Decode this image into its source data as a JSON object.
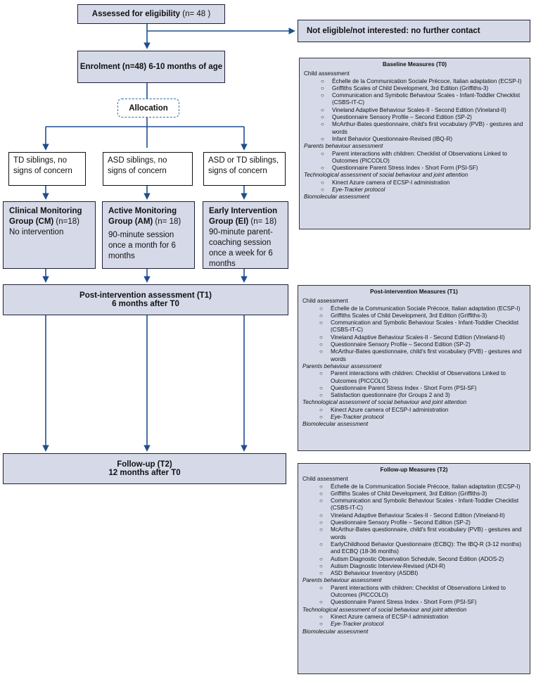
{
  "eligibility": {
    "main": "Assessed for eligibility",
    "count": " (n= 48 )"
  },
  "not_eligible": "Not eligible/not interested: no further contact",
  "enrolment": "Enrolment (n=48) 6-10 months of age",
  "allocation": "Allocation",
  "subgroups": [
    {
      "label": "TD siblings, no signs of concern"
    },
    {
      "label": "ASD siblings, no signs of concern"
    },
    {
      "label": "ASD or TD siblings, signs of concern"
    }
  ],
  "groups": [
    {
      "title": "Clinical Monitoring Group (CM)",
      "n": " (n=18)",
      "desc": "No intervention"
    },
    {
      "title": "Active Monitoring Group (AM)",
      "n": " (n= 18)",
      "desc": "90-minute session once a month for 6 months"
    },
    {
      "title": "Early Intervention Group (EI)",
      "n": " (n= 18)",
      "desc": "90-minute parent-coaching session once a week for 6 months"
    }
  ],
  "post": {
    "line1": "Post-intervention assessment (T1)",
    "line2": "6 months after T0"
  },
  "followup": {
    "line1": "Follow-up (T2)",
    "line2": "12 months after T0"
  },
  "measures": {
    "baseline": {
      "title": "Baseline Measures (T0)",
      "child_label": "Child assessment",
      "child": [
        "Échelle de la Communication Sociale Précoce, Italian adaptation (ECSP-I)",
        "Griffiths Scales of Child Development, 3rd Edition (Griffiths-3)",
        "Communication and Symbolic Behaviour Scales - Infant-Toddler Checklist (CSBS-IT-C)",
        "Vineland Adaptive Behaviour Scales-II - Second Edition (Vineland-II)",
        "Questionnaire Sensory Profile – Second Edition (SP-2)",
        "McArthur-Bates questionnaire, child's first vocabulary (PVB) - gestures and words",
        "Infant Behavior Questionnaire-Revised (IBQ-R)"
      ],
      "parents_label": "Parents behaviour assessment",
      "parents": [
        "Parent interactions with children: Checklist of Observations Linked to Outcomes (PICCOLO)",
        "Questionnaire Parent Stress Index - Short Form (PSI-SF)"
      ],
      "tech_label": "Technological assessment of social behaviour and joint attention",
      "tech": [
        "Kinect Azure camera of ECSP-I administration",
        "Eye-Tracker protocol"
      ],
      "bio_label": "Biomolecular assessment"
    },
    "post": {
      "title": "Post-intervention Measures (T1)",
      "child_label": "Child assessment",
      "child": [
        "Échelle de la Communication Sociale Précoce, Italian adaptation (ECSP-I)",
        "Griffiths Scales of Child Development, 3rd Edition (Griffiths-3)",
        "Communication and Symbolic Behaviour Scales - Infant-Toddler Checklist (CSBS-IT-C)",
        "Vineland Adaptive Behaviour Scales-II - Second Edition (Vineland-II)",
        "Questionnaire Sensory Profile – Second Edition (SP-2)",
        "McArthur-Bates questionnaire, child's first vocabulary (PVB) - gestures and words"
      ],
      "parents_label": "Parents behaviour assessment",
      "parents": [
        "Parent interactions with children: Checklist of Observations Linked to Outcomes (PICCOLO)",
        "Questionnaire Parent Stress Index - Short Form (PSI-SF)",
        "Satisfaction questionnaire (for Groups 2 and 3)"
      ],
      "tech_label": "Technological assessment of social behaviour and joint attention",
      "tech": [
        "Kinect Azure camera of ECSP-I administration",
        "Eye-Tracker protocol"
      ],
      "bio_label": "Biomolecular assessment"
    },
    "followup": {
      "title": "Follow-up Measures (T2)",
      "child_label": "Child assessment",
      "child": [
        "Échelle de la Communication Sociale Précoce, Italian adaptation (ECSP-I)",
        "Griffiths Scales of Child Development, 3rd Edition (Griffiths-3)",
        "Communication and Symbolic Behaviour Scales - Infant-Toddler Checklist (CSBS-IT-C)",
        "Vineland Adaptive Behaviour Scales-II - Second Edition (Vineland-II)",
        "Questionnaire Sensory Profile – Second Edition (SP-2)",
        "McArthur-Bates questionnaire, child's first vocabulary (PVB) - gestures and words",
        "EarlyChildhood Behavior Questionnaire (ECBQ): The IBQ-R (3-12 months) and ECBQ (18-36 months)",
        "Autism Diagnostic Observation Schedule, Second Edition (ADOS-2)",
        "Autism Diagnostic Interview-Revised (ADI-R)",
        "ASD Behaviour Inventory (ASDBI)"
      ],
      "parents_label": "Parents behaviour assessment",
      "parents": [
        "Parent interactions with children: Checklist of Observations Linked to Outcomes (PICCOLO)",
        "Questionnaire Parent Stress Index - Short Form (PSI-SF)"
      ],
      "tech_label": "Technological assessment of social behaviour and joint attention",
      "tech": [
        "Kinect Azure camera of ECSP-I administration",
        "Eye-Tracker protocol"
      ],
      "bio_label": "Biomolecular assessment"
    }
  }
}
